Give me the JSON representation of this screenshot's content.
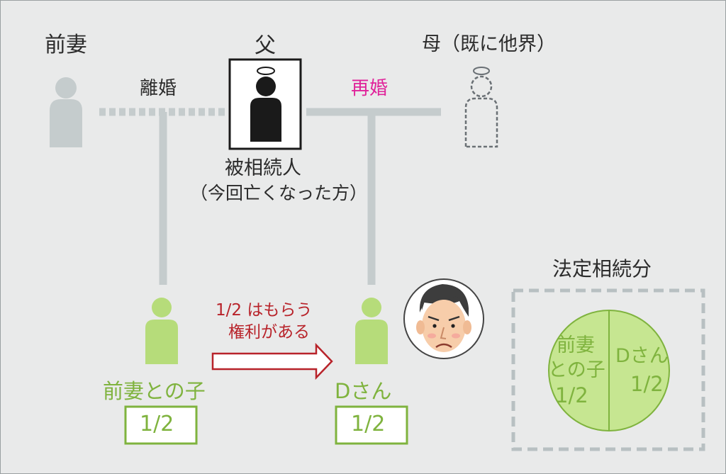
{
  "labels": {
    "ex_wife": "前妻",
    "father": "父",
    "mother": "母（既に他界）",
    "divorce": "離婚",
    "remarriage": "再婚",
    "deceased_1": "被相続人",
    "deceased_2": "（今回亡くなった方）",
    "child_ex": "前妻との子",
    "child_d": "Dさん",
    "share_ex": "1/2",
    "share_d": "1/2",
    "arrow_line1": "1/2 はもらう",
    "arrow_line2": "権利がある",
    "legal_title": "法定相続分",
    "pie_left_1": "前妻",
    "pie_left_2": "との子",
    "pie_left_3": "1/2",
    "pie_right_1": "Dさん",
    "pie_right_2": "1/2"
  },
  "colors": {
    "line_gray": "#c5cccd",
    "person_gray": "#c5cccd",
    "green_fill": "#c6e691",
    "green_person": "#b6dc7a",
    "green_text": "#7fb33e",
    "magenta": "#e0239a",
    "red": "#b8232a",
    "black": "#1a1a1a"
  },
  "icons": {
    "deceased_father": "halo-person-icon",
    "deceased_mother": "halo-dashed-person-icon",
    "worried_face": "worried-man-face-icon"
  }
}
